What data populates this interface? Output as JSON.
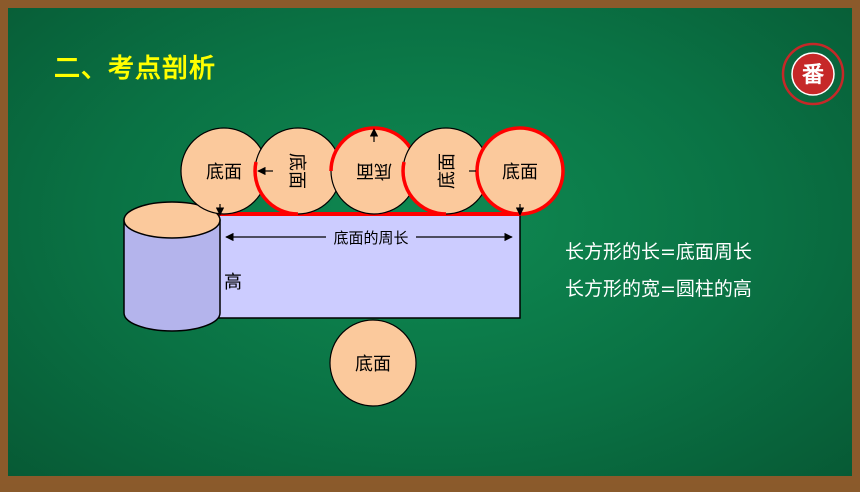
{
  "title": "二、考点剖析",
  "logo": {
    "glyph": "番",
    "color": "#c62828"
  },
  "diagram": {
    "base_label": "底面",
    "rect_label": "底面的周长",
    "height_label": "高"
  },
  "notes": [
    "长方形的长=底面周长",
    "长方形的宽=圆柱的高"
  ],
  "colors": {
    "board": "#0a7244",
    "frame": "#8b5a2b",
    "title": "#ffff00",
    "circle_fill": "#fbc99c",
    "rect_fill": "#ccccff",
    "cylinder_fill": "#b4b4ec",
    "highlight": "#ff0000"
  }
}
